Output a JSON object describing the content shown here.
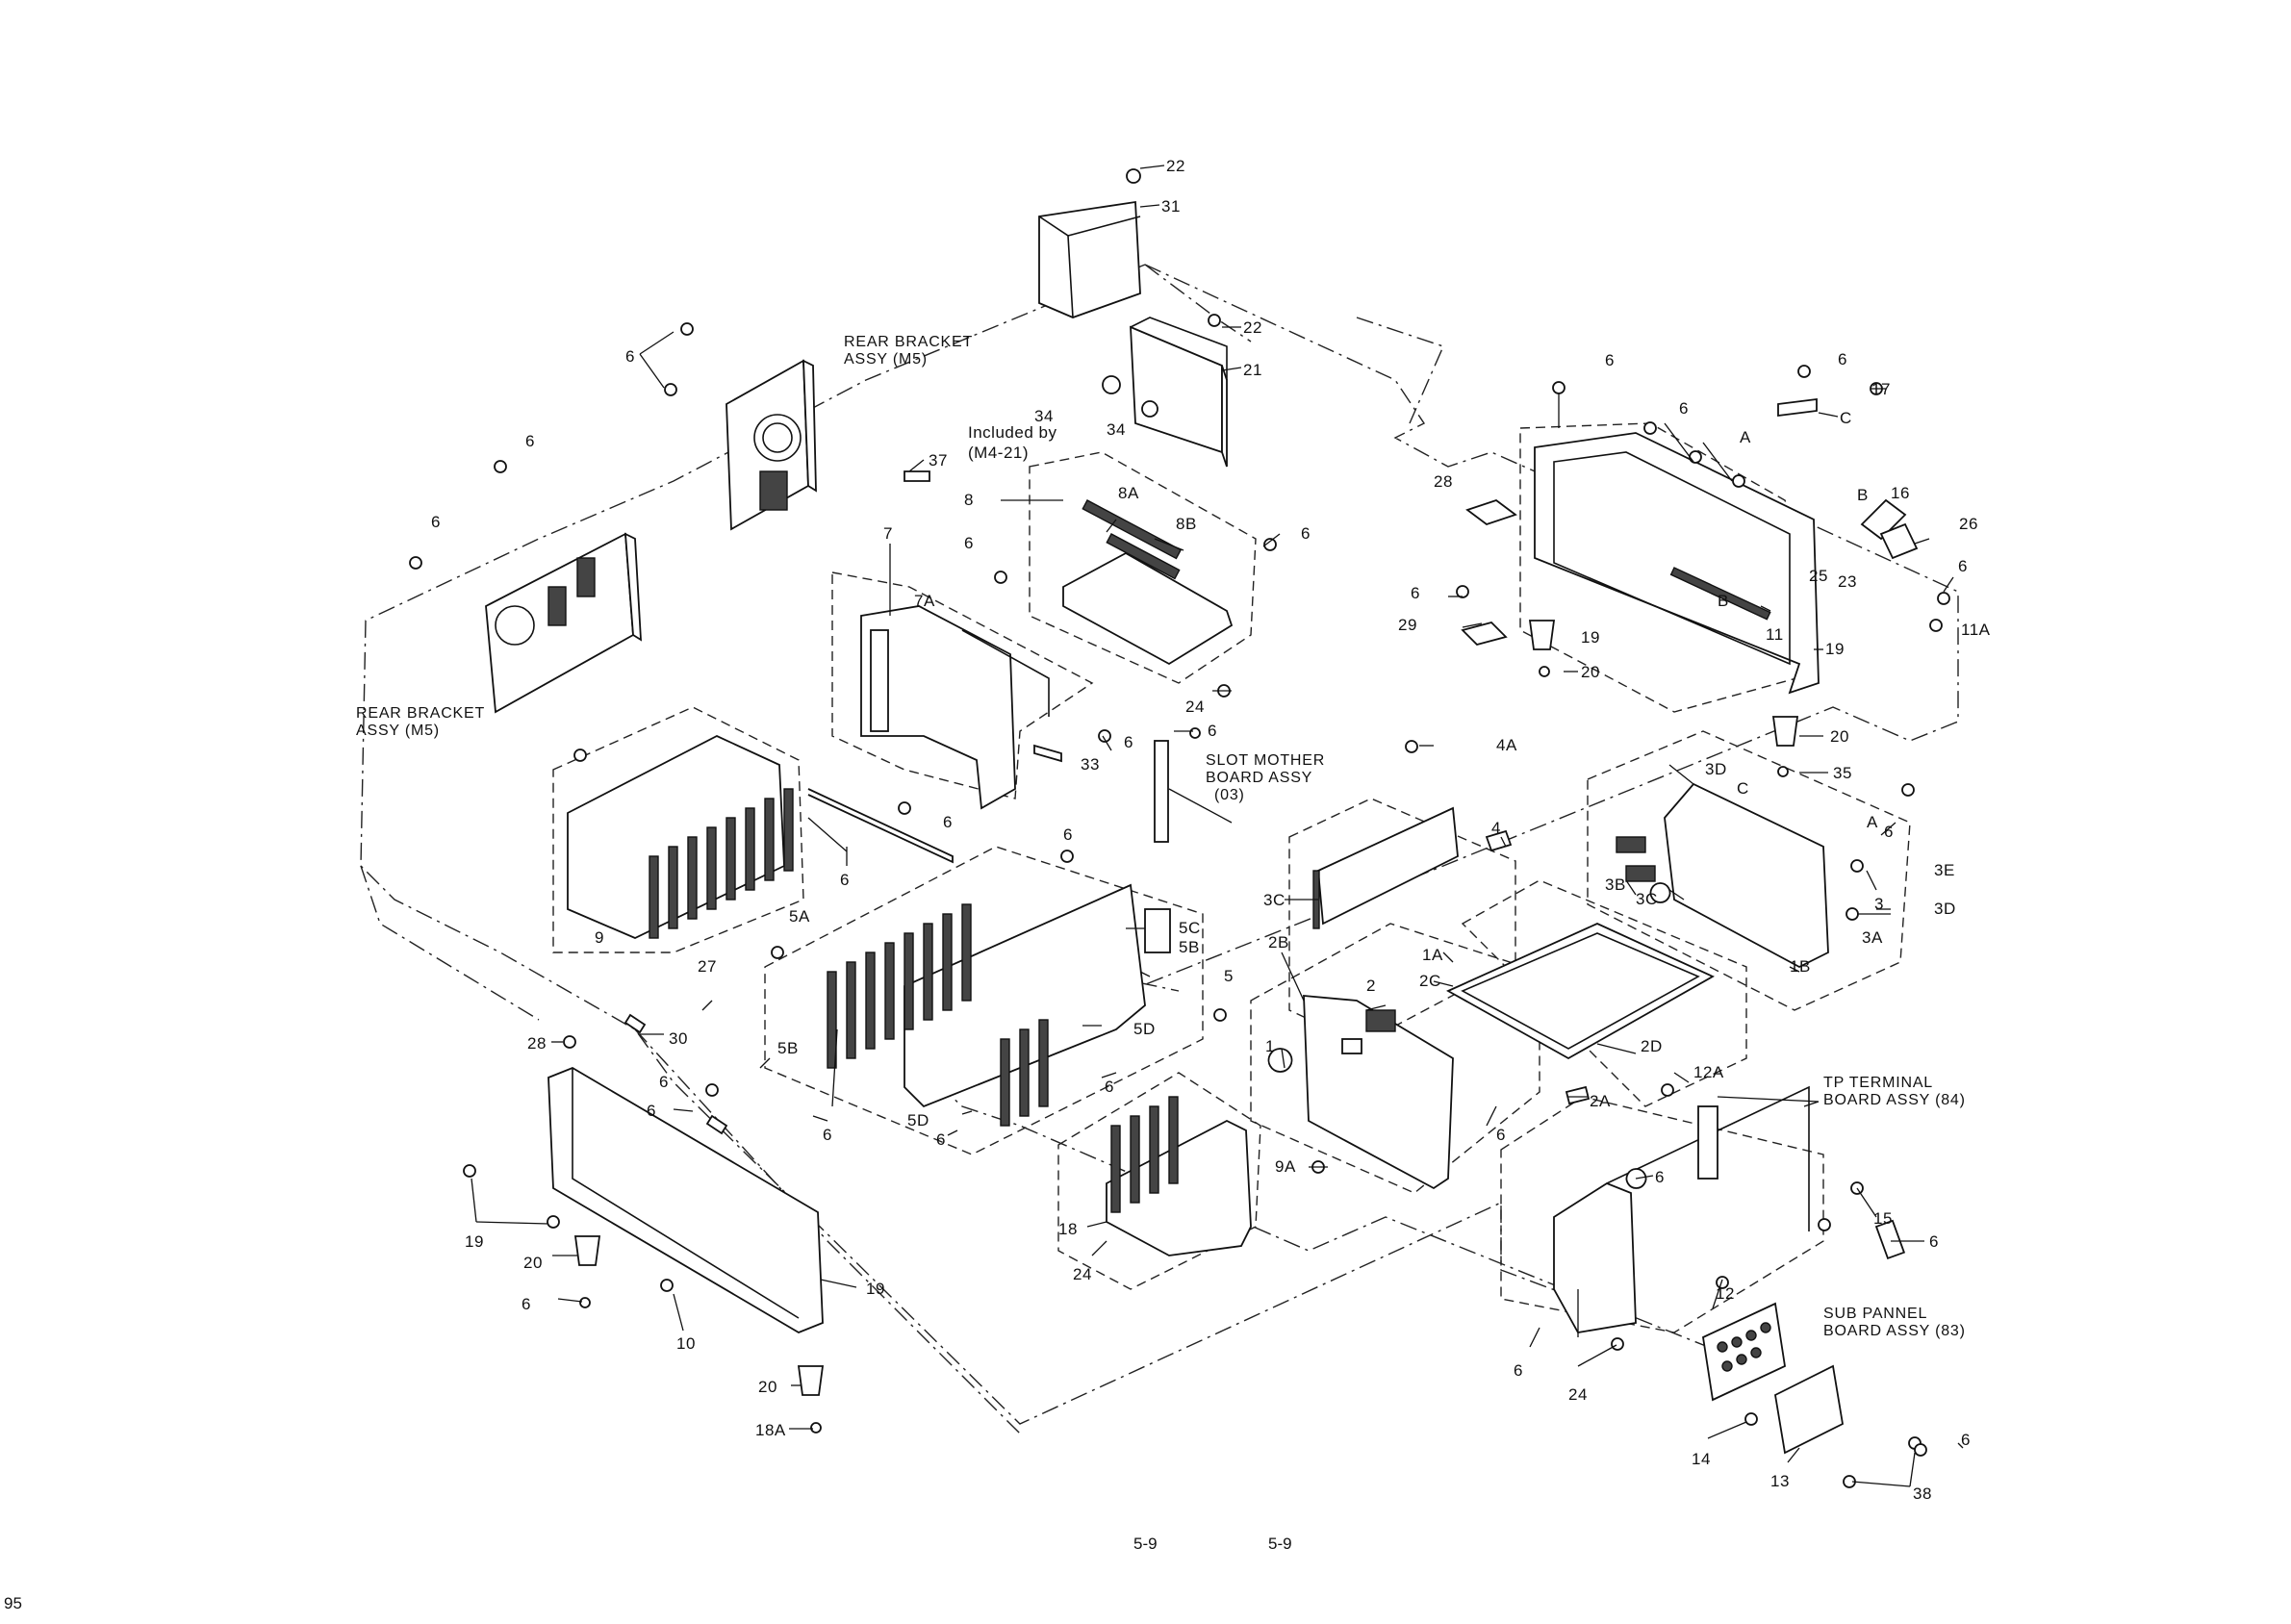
{
  "page": {
    "page_number": "95",
    "footer_left": "5-9",
    "footer_right": "5-9"
  },
  "assemblies": {
    "rear_bracket_top_l1": "REAR BRACKET",
    "rear_bracket_top_l2": "ASSY (M5)",
    "rear_bracket_left_l1": "REAR BRACKET",
    "rear_bracket_left_l2": "ASSY (M5)",
    "included_l1": "Included by",
    "included_l2": "(M4-21)",
    "slot_mother_l1": "SLOT MOTHER",
    "slot_mother_l2": "BOARD ASSY",
    "slot_mother_l3": "(03)",
    "tp_terminal_l1": "TP TERMINAL",
    "tp_terminal_l2": "BOARD ASSY (84)",
    "sub_pannel_l1": "SUB PANNEL",
    "sub_pannel_l2": "BOARD ASSY (83)"
  },
  "callouts": [
    "22",
    "31",
    "22",
    "21",
    "34",
    "34",
    "6",
    "37",
    "8",
    "8A",
    "8B",
    "6",
    "7",
    "7A",
    "6",
    "6",
    "33",
    "6",
    "6",
    "6",
    "28",
    "6",
    "29",
    "19",
    "20",
    "6",
    "6",
    "6",
    "17",
    "C",
    "A",
    "B",
    "16",
    "26",
    "25",
    "23",
    "6",
    "11A",
    "B",
    "11",
    "19",
    "20",
    "35",
    "24",
    "6",
    "4A",
    "4",
    "3C",
    "3D",
    "C",
    "A",
    "6",
    "3E",
    "3B",
    "3C",
    "3",
    "3D",
    "3A",
    "1B",
    "1A",
    "2C",
    "2",
    "2B",
    "1",
    "2D",
    "2A",
    "6",
    "9A",
    "9",
    "27",
    "6",
    "6",
    "5A",
    "5C",
    "5B",
    "5D",
    "5B",
    "5D",
    "6",
    "5",
    "6",
    "6",
    "28",
    "30",
    "6",
    "6",
    "19",
    "20",
    "6",
    "10",
    "19",
    "20",
    "18A",
    "18",
    "24",
    "12A",
    "6",
    "15",
    "6",
    "12",
    "6",
    "24",
    "14",
    "13",
    "38",
    "6"
  ],
  "icons": [
    "screw-icon",
    "foot-icon",
    "connector-icon"
  ]
}
